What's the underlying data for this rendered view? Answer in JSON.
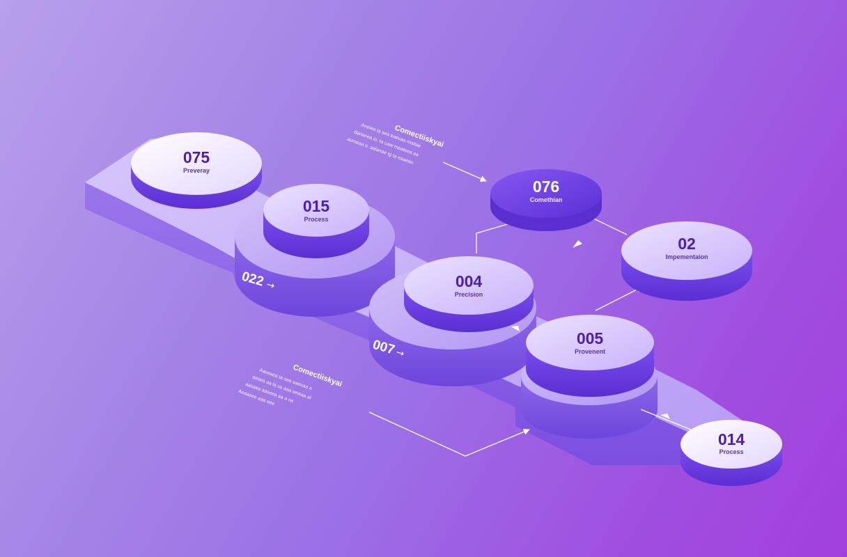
{
  "nodes": [
    {
      "id": "node-075",
      "value": "075",
      "label": "Preveray"
    },
    {
      "id": "node-015",
      "value": "015",
      "label": "Process"
    },
    {
      "id": "node-076",
      "value": "076",
      "label": "Comethian"
    },
    {
      "id": "node-02",
      "value": "02",
      "label": "Impementaion"
    },
    {
      "id": "node-004",
      "value": "004",
      "label": "Precision"
    },
    {
      "id": "node-005",
      "value": "005",
      "label": "Provenent"
    },
    {
      "id": "node-014",
      "value": "014",
      "label": "Process"
    }
  ],
  "step_markers": [
    {
      "value": "022",
      "arrow": "→"
    },
    {
      "value": "007",
      "arrow": "→"
    }
  ],
  "annotations": [
    {
      "title": "Comectiiskyai",
      "lines": [
        "Aneiea ta sea eaeuas maitae",
        "darianea io. ta uaw maateea aa",
        "aurseaa o. aalanae Ig ta eaaeao"
      ]
    },
    {
      "title": "Comectiiskyai",
      "lines": [
        "Aaseaea ta sea aaeuaa e",
        "aesea aa la sa aaa wneaa al",
        "aasaea aaseea aa a sa",
        "Aeaasee aaa eee"
      ]
    }
  ],
  "colors": {
    "background_start": "#b8a0ec",
    "background_end": "#a23fdc",
    "platform_top": "#c9b4f7",
    "platform_side": "#8a63e6",
    "disc_light_top": "#f3ecff",
    "disc_dark_top": "#6a3fe0",
    "disc_side": "#6b3fe0",
    "number_text": "#4a1fae",
    "connector": "#ffffff"
  }
}
